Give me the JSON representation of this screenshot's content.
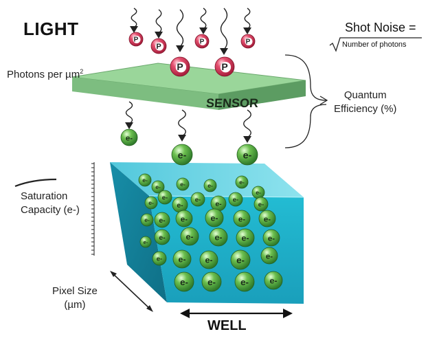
{
  "title": "LIGHT",
  "photons_label": {
    "text": "Photons per µm",
    "superscript": "2"
  },
  "shot_noise": {
    "formula": "Shot Noise =",
    "denominator": "Number of photons"
  },
  "quantum_efficiency": {
    "line1": "Quantum",
    "line2": "Efficiency (%)"
  },
  "sensor_label": "SENSOR",
  "saturation": {
    "line1": "Saturation",
    "line2": "Capacity (e-)"
  },
  "pixel_size": {
    "line1": "Pixel Size",
    "line2": "(µm)"
  },
  "well_label": "WELL",
  "photon_symbol": "P",
  "electron_symbol": "e-",
  "colors": {
    "photon": "#d9385a",
    "electron": "#5fae45",
    "sensor_top": "#8fd08f",
    "sensor_front": "#5fa066",
    "well_front": "#1fb3cc",
    "well_side": "#1a8fa6",
    "well_top": "#6fd6e6"
  }
}
